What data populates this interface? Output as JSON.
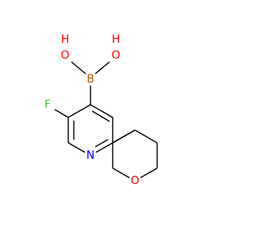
{
  "molecule": {
    "atoms": {
      "boron": {
        "symbol": "B",
        "color": "#b35a00"
      },
      "oxygen_hydroxyl_left": {
        "symbol": "O",
        "color": "#ff0000"
      },
      "hydrogen_left": {
        "symbol": "H",
        "color": "#ff0000"
      },
      "oxygen_hydroxyl_right": {
        "symbol": "O",
        "color": "#ff0000"
      },
      "hydrogen_right": {
        "symbol": "H",
        "color": "#ff0000"
      },
      "fluorine": {
        "symbol": "F",
        "color": "#33cc33"
      },
      "nitrogen": {
        "symbol": "N",
        "color": "#0000ff"
      },
      "oxygen_ring": {
        "symbol": "O",
        "color": "#ff0000"
      }
    },
    "bond_color": "#000000",
    "background": "#ffffff"
  }
}
